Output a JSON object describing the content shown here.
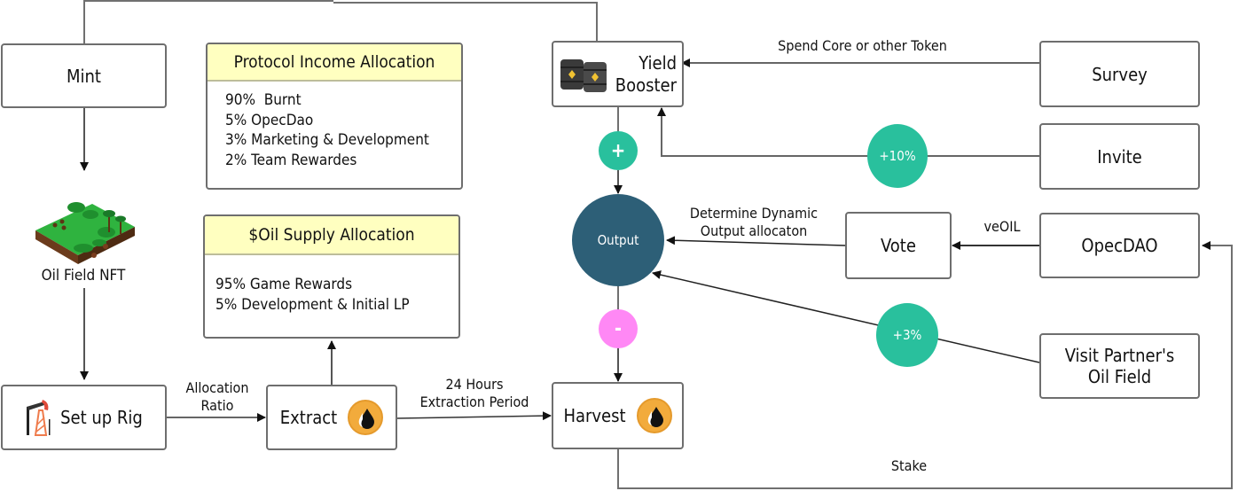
{
  "nodes": {
    "mint": "Mint",
    "oil_field_nft": "Oil Field NFT",
    "set_up_rig": "Set up Rig",
    "extract": "Extract",
    "harvest": "Harvest",
    "yield_booster_line1": "Yield",
    "yield_booster_line2": "Booster",
    "survey": "Survey",
    "invite": "Invite",
    "vote": "Vote",
    "opecdao": "OpecDAO",
    "visit_line1": "Visit Partner's",
    "visit_line2": "Oil Field",
    "output": "Output"
  },
  "panels": {
    "protocol_income": {
      "title": "Protocol Income Allocation",
      "items": [
        "90%  Burnt",
        "5% OpecDao",
        "3% Marketing & Development",
        "2% Team Rewardes"
      ]
    },
    "oil_supply": {
      "title": "$Oil Supply Allocation",
      "items": [
        "95% Game Rewards",
        "5% Development & Initial LP"
      ]
    }
  },
  "edge_labels": {
    "allocation_line1": "Allocation",
    "allocation_line2": "Ratio",
    "extraction_line1": "24 Hours",
    "extraction_line2": "Extraction Period",
    "spend": "Spend Core or other Token",
    "dynamic_line1": "Determine Dynamic",
    "dynamic_line2": "Output allocaton",
    "veoil": "veOIL",
    "stake": "Stake"
  },
  "badges": {
    "plus": "+",
    "minus": "-",
    "invite_bonus": "+10%",
    "visit_bonus": "+3%"
  },
  "colors": {
    "teal": "#29c09d",
    "output_blue": "#2d5f77",
    "pink": "#ff88f5",
    "panel_header": "#ffffc0",
    "coin": "#f2ab3c"
  }
}
